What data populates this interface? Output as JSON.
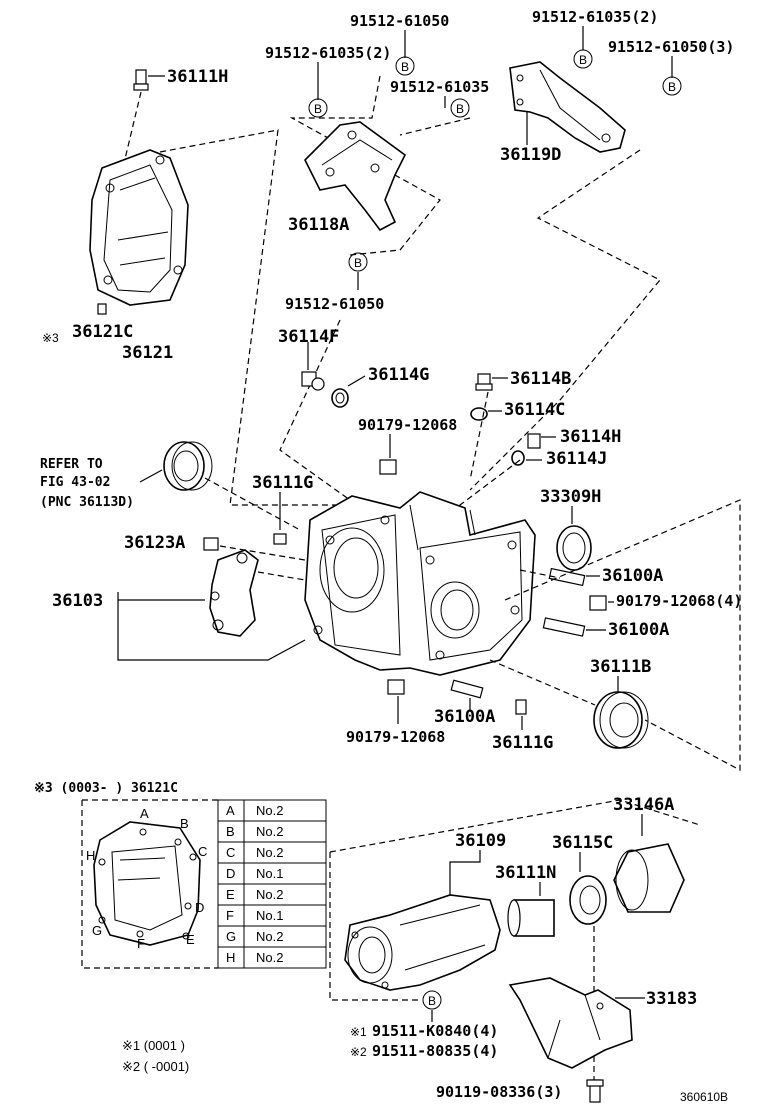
{
  "parts": {
    "p_91512_61050_top": "91512-61050",
    "p_91512_61035_2_left": "91512-61035(2)",
    "p_91512_61035_mid": "91512-61035",
    "p_91512_61035_2_right": "91512-61035(2)",
    "p_91512_61050_3": "91512-61050(3)",
    "p_36111H": "36111H",
    "p_36119D": "36119D",
    "p_36118A": "36118A",
    "p_91512_61050_low": "91512-61050",
    "p_36121C": "36121C",
    "p_36121": "36121",
    "p_36114F": "36114F",
    "p_36114G": "36114G",
    "p_36114B": "36114B",
    "p_90179_12068_a": "90179-12068",
    "p_36114C": "36114C",
    "p_36114H": "36114H",
    "p_36114J": "36114J",
    "p_36111G_top": "36111G",
    "p_33309H": "33309H",
    "p_36123A": "36123A",
    "p_36100A_1": "36100A",
    "p_36103": "36103",
    "p_90179_12068_4": "90179-12068(4)",
    "p_36100A_2": "36100A",
    "p_36111B": "36111B",
    "p_36100A_3": "36100A",
    "p_90179_12068_b": "90179-12068",
    "p_36111G_bot": "36111G",
    "p_33146A": "33146A",
    "p_36109": "36109",
    "p_36115C": "36115C",
    "p_36111N": "36111N",
    "p_33183": "33183",
    "p_91511_K0840": "91511-K0840(4)",
    "p_91511_80835": "91511-80835(4)",
    "p_90119_08336": "90119-08336(3)"
  },
  "refer": {
    "line1": "REFER TO",
    "line2": "FIG 43-02",
    "line3": "(PNC 36113D)"
  },
  "notes": {
    "mark3": "※3",
    "mark1": "※1",
    "mark2": "※2",
    "inset_header": "※3 (0003-      ) 36121C",
    "footnote1": "※1 (0001          )",
    "footnote2": "※2 (          -0001)",
    "drawing_code": "360610B",
    "b_marker": "B"
  },
  "inset_points": [
    "A",
    "B",
    "C",
    "D",
    "E",
    "F",
    "G",
    "H"
  ],
  "bolt_table": [
    {
      "pos": "A",
      "size": "No.2"
    },
    {
      "pos": "B",
      "size": "No.2"
    },
    {
      "pos": "C",
      "size": "No.2"
    },
    {
      "pos": "D",
      "size": "No.1"
    },
    {
      "pos": "E",
      "size": "No.2"
    },
    {
      "pos": "F",
      "size": "No.1"
    },
    {
      "pos": "G",
      "size": "No.2"
    },
    {
      "pos": "H",
      "size": "No.2"
    }
  ]
}
